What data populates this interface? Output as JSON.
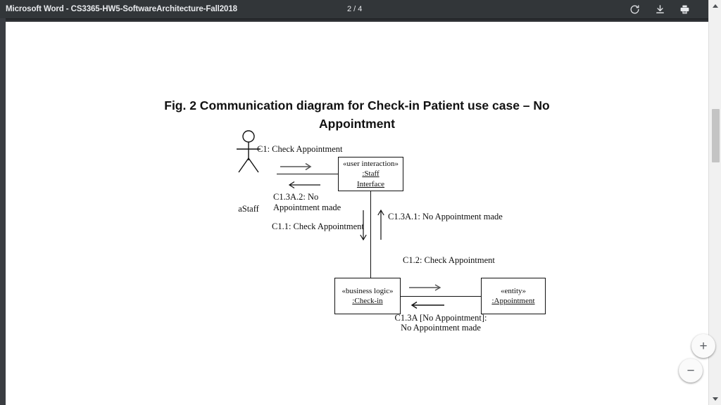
{
  "toolbar": {
    "title": "Microsoft Word - CS3365-HW5-SoftwareArchitecture-Fall2018",
    "page_indicator": "2 / 4",
    "icons": [
      {
        "name": "rotate-icon",
        "label": "Rotate"
      },
      {
        "name": "download-icon",
        "label": "Download"
      },
      {
        "name": "print-icon",
        "label": "Print"
      }
    ]
  },
  "controls": {
    "zoom_in": "+",
    "zoom_out": "−"
  },
  "document": {
    "figure_title": "Fig. 2 Communication diagram for Check-in Patient use case – No Appointment"
  },
  "diagram": {
    "actor": {
      "label": "aStaff"
    },
    "nodes": [
      {
        "id": "staff-interface",
        "stereotype": "«user interaction»",
        "name_line1": ":Staff",
        "name_line2": "Interface"
      },
      {
        "id": "check-in",
        "stereotype": "«business logic»",
        "name_line1": ":Check-in",
        "name_line2": ""
      },
      {
        "id": "appointment",
        "stereotype": "«entity»",
        "name_line1": ":Appointment",
        "name_line2": ""
      }
    ],
    "messages": [
      {
        "id": "c1",
        "text": "C1: Check Appointment"
      },
      {
        "id": "c13a2",
        "text": "C1.3A.2: No"
      },
      {
        "id": "c13a2b",
        "text": "Appointment made"
      },
      {
        "id": "c11",
        "text": "C1.1: Check Appointment"
      },
      {
        "id": "c13a1",
        "text": "C1.3A.1: No Appointment made"
      },
      {
        "id": "c12",
        "text": "C1.2: Check Appointment"
      },
      {
        "id": "c13a",
        "text": "C1.3A [No Appointment]:"
      },
      {
        "id": "c13ab",
        "text": "No Appointment made"
      }
    ]
  }
}
